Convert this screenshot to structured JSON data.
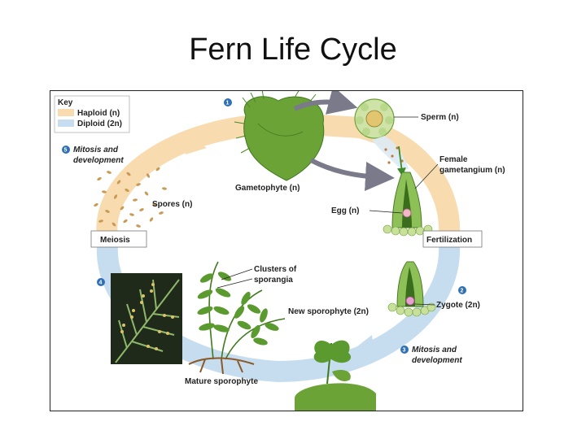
{
  "title": "Fern Life Cycle",
  "key": {
    "heading": "Key",
    "haploid_label": "Haploid (n)",
    "diploid_label": "Diploid (2n)",
    "haploid_color": "#f8dcb0",
    "diploid_color": "#c6ddf0"
  },
  "steps": {
    "s1": "1",
    "s2": "2",
    "s3": "3",
    "s4": "4",
    "s5": "5"
  },
  "labels": {
    "mitosis_top": [
      "Mitosis and",
      "development"
    ],
    "spores": "Spores (n)",
    "gametophyte": "Gametophyte (n)",
    "sperm": "Sperm (n)",
    "female_gametangium": [
      "Female",
      "gametangium (n)"
    ],
    "egg": "Egg (n)",
    "meiosis": "Meiosis",
    "fertilization": "Fertilization",
    "clusters": [
      "Clusters of",
      "sporangia"
    ],
    "new_sporophyte": "New sporophyte (2n)",
    "zygote": "Zygote (2n)",
    "mitosis_bottom": [
      "Mitosis and",
      "development"
    ],
    "mature_sporophyte": "Mature sporophyte"
  },
  "colors": {
    "step_circle": "#2f6fb5",
    "plant_green": "#5a9a2e",
    "dark_green": "#2f6a1c",
    "arrow_gray": "#7a7a8a"
  }
}
